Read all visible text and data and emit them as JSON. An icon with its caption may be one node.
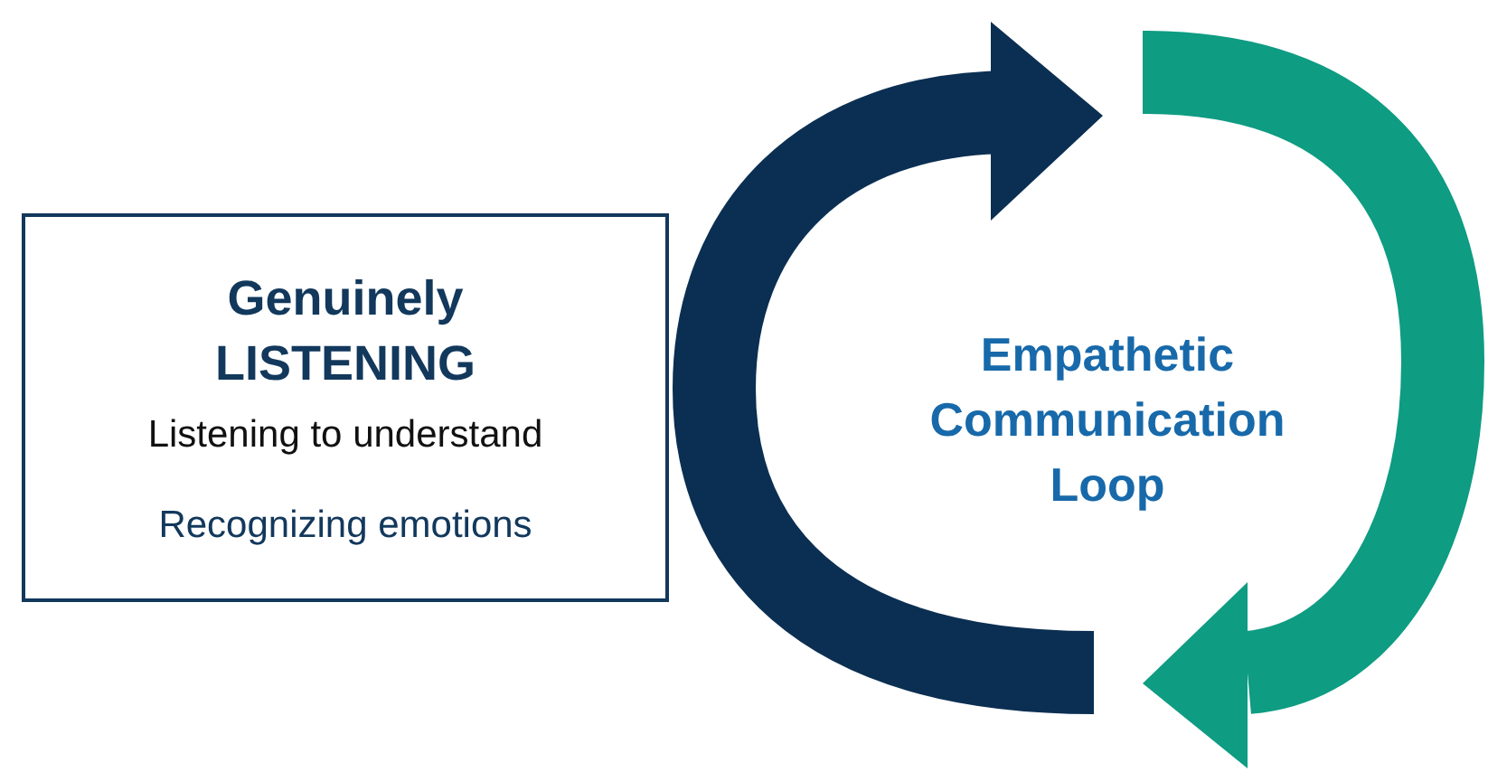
{
  "diagram": {
    "nodes": [
      {
        "text": [
          "Genuinely LISTENING",
          "Listening to understand",
          "Recognizing emotions"
        ]
      }
    ],
    "labels": [
      "Empathetic Communication Loop"
    ]
  }
}
